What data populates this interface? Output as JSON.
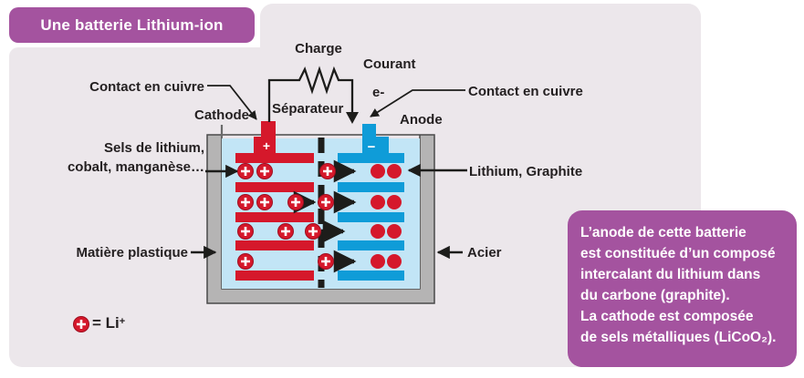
{
  "badge": {
    "title": "Une batterie Lithium-ion"
  },
  "colors": {
    "panel": "#ece7eb",
    "purple": "#a4539f",
    "red": "#d5182b",
    "blue": "#0f9cd8",
    "electrolyte": "#c2e5f6",
    "container_gray": "#b5b4b4",
    "line_black": "#1d1d1b"
  },
  "diagram": {
    "labels": {
      "charge": "Charge",
      "courant": "Courant",
      "electron": "e-",
      "contact_left": "Contact en cuivre",
      "contact_right": "Contact en cuivre",
      "cathode": "Cathode",
      "separateur": "Séparateur",
      "anode": "Anode",
      "sels_line1": "Sels de lithium,",
      "sels_line2": "cobalt, manganèse…",
      "lithium_graphite": "Lithium, Graphite",
      "matiere": "Matière plastique",
      "acier": "Acier"
    },
    "terminals": {
      "plus": "+",
      "minus": "−"
    }
  },
  "legend": {
    "equals_li": "= Li",
    "plus": "+"
  },
  "infobox": {
    "lines": [
      "L’anode de cette batterie",
      "est constituée d’un composé",
      "intercalant du lithium dans",
      "du carbone (graphite).",
      "La cathode est composée",
      "de sels métalliques (LiCoO₂)."
    ]
  }
}
